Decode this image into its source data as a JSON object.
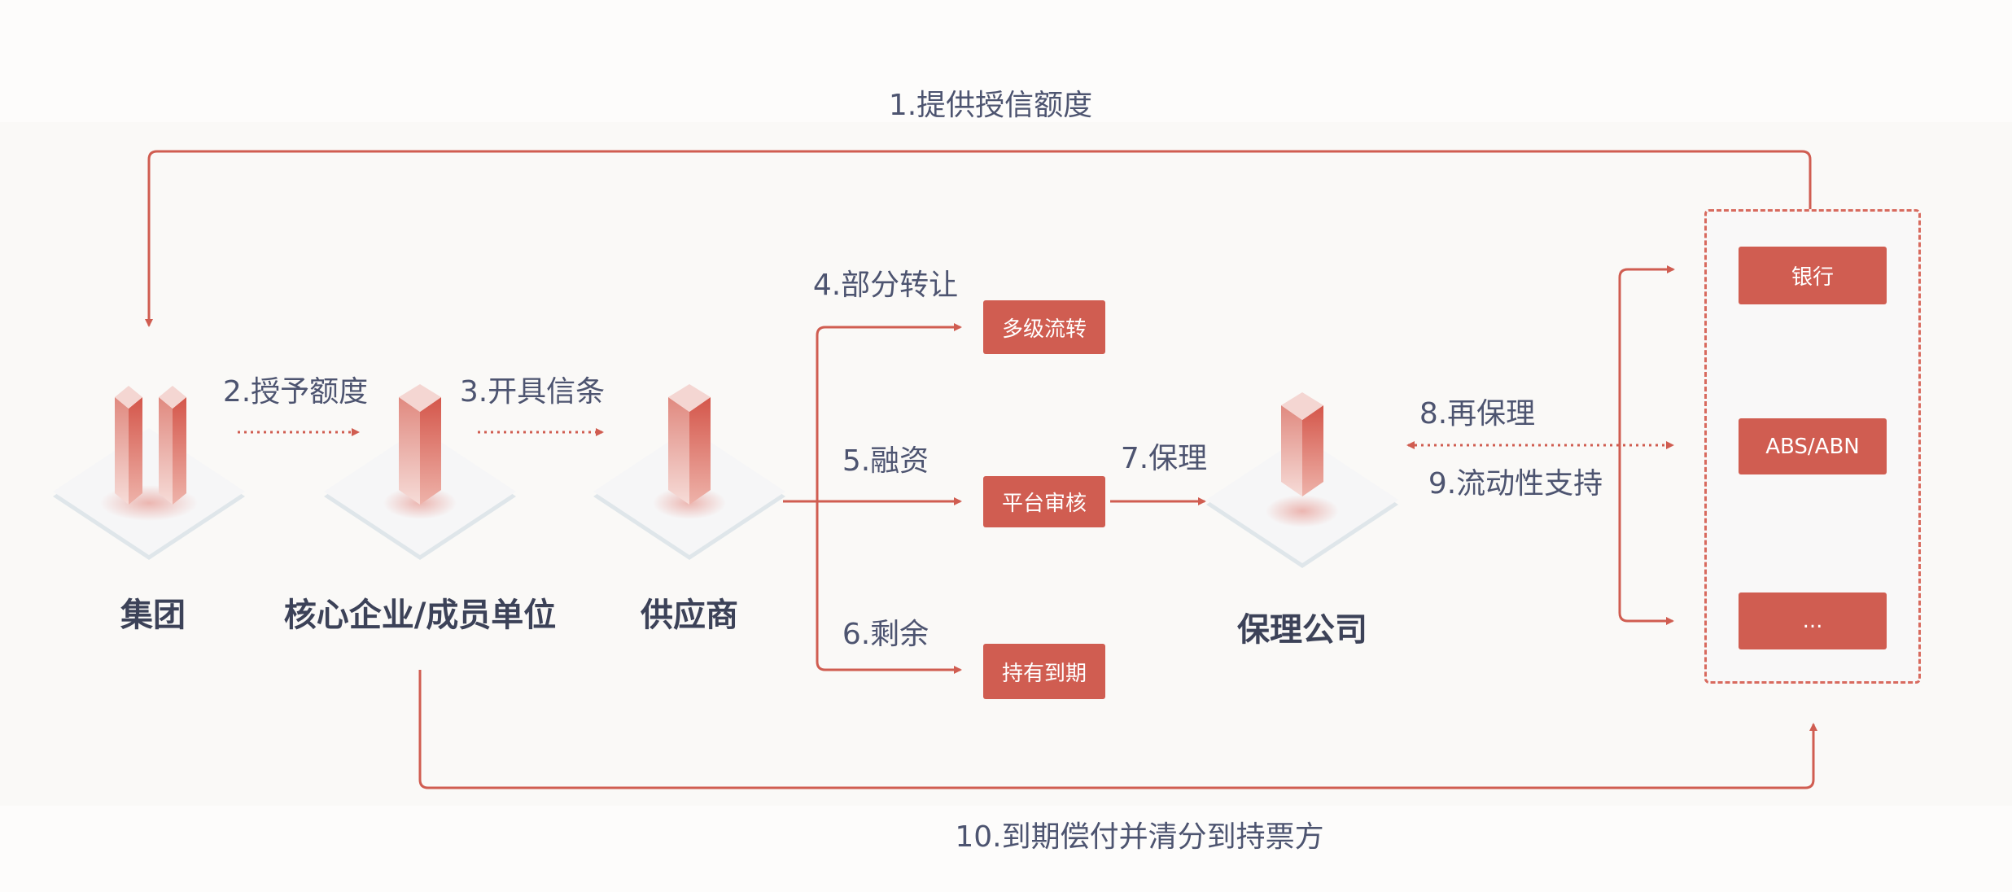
{
  "steps": {
    "s1": "1.提供授信额度",
    "s2": "2.授予额度",
    "s3": "3.开具信条",
    "s4": "4.部分转让",
    "s5": "5.融资",
    "s6": "6.剩余",
    "s7": "7.保理",
    "s8": "8.再保理",
    "s9": "9.流动性支持",
    "s10": "10.到期偿付并清分到持票方"
  },
  "nodes": {
    "group": "集团",
    "core": "核心企业/成员单位",
    "supplier": "供应商",
    "factoring": "保理公司"
  },
  "boxes": {
    "multi": "多级流转",
    "platform": "平台审核",
    "hold": "持有到期"
  },
  "funders": [
    "银行",
    "ABS/ABN",
    "..."
  ],
  "colors": {
    "accent": "#d05d51",
    "text": "#4a5068"
  }
}
